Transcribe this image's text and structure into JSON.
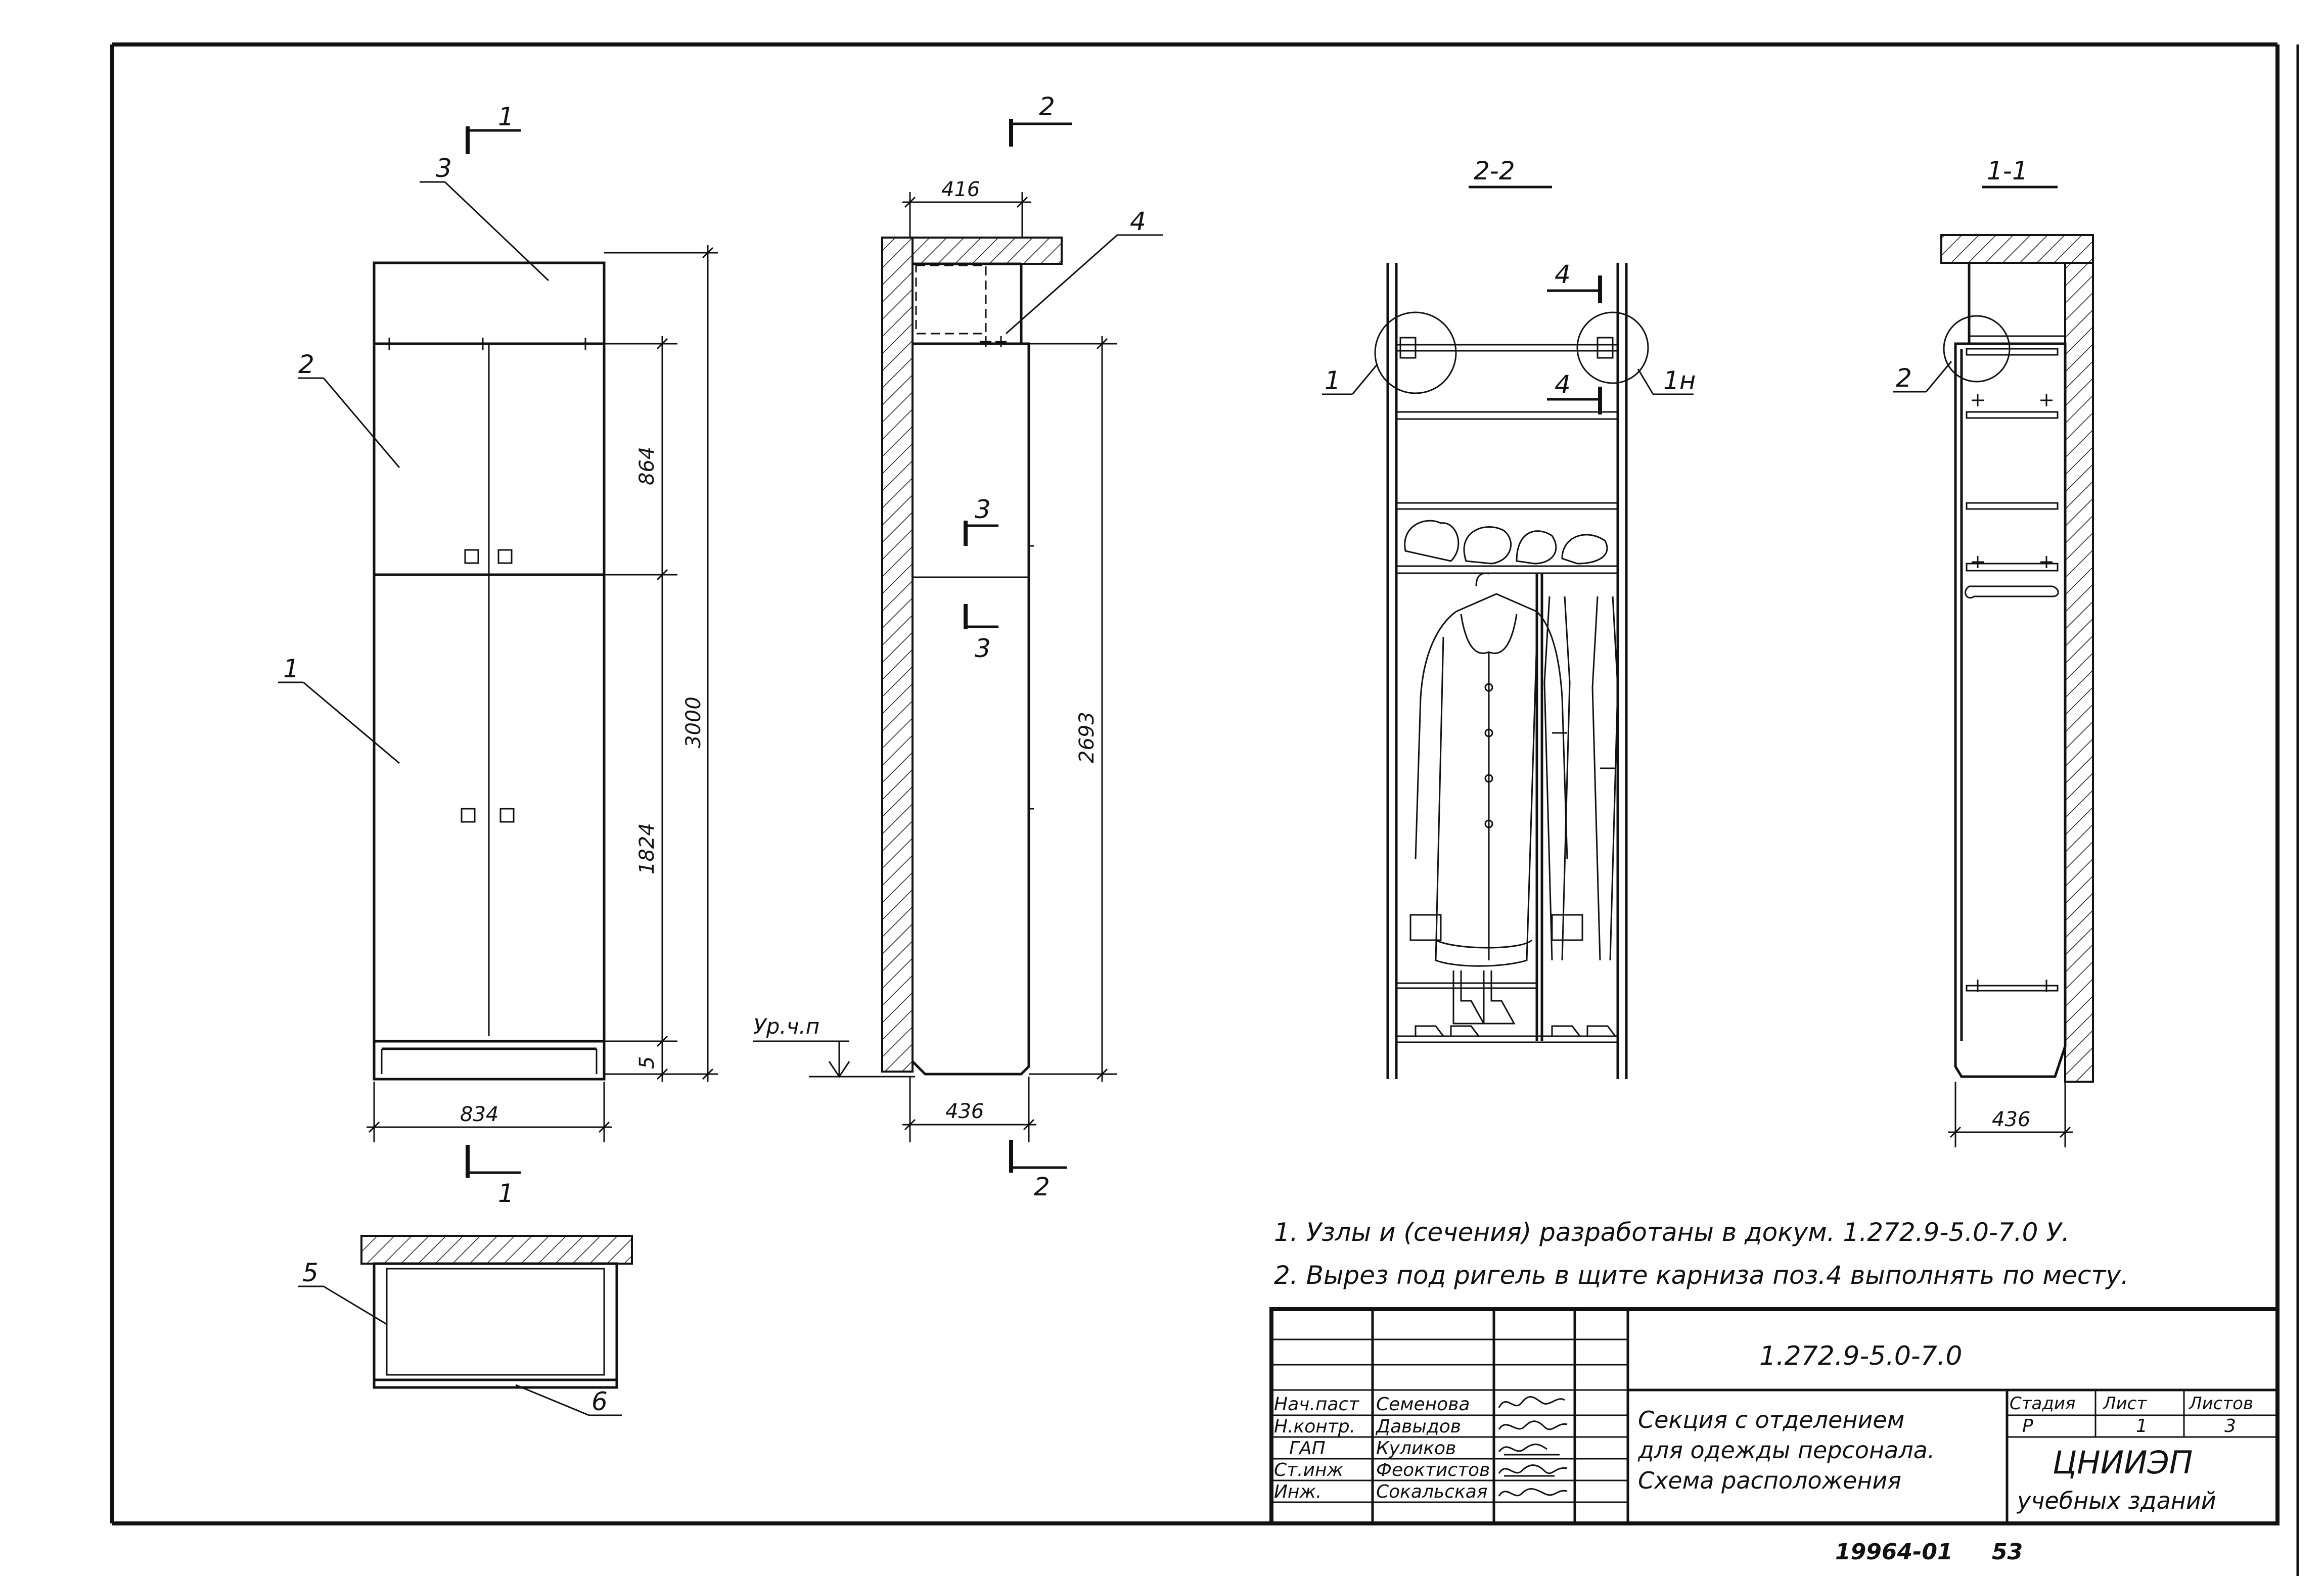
{
  "drawing": {
    "code": "1.272.9-5.0-7.0",
    "title_lines": [
      "Секция с отделением",
      "для одежды персонала.",
      "Схема расположения"
    ],
    "stage_header": "Стадия",
    "sheet_header": "Лист",
    "sheets_header": "Листов",
    "stage": "Р",
    "sheet": "1",
    "sheets": "3",
    "org_line1": "ЦНИИЭП",
    "org_line2": "учебных зданий",
    "archive_no": "19964-01",
    "page_no": "53"
  },
  "signatures": [
    {
      "role": "Нач.паст",
      "name": "Семенова"
    },
    {
      "role": "Н.контр.",
      "name": "Давыдов"
    },
    {
      "role": "ГАП",
      "name": "Куликов"
    },
    {
      "role": "Ст.инж",
      "name": "Феоктистов"
    },
    {
      "role": "Инж.",
      "name": "Сокальская"
    }
  ],
  "notes": [
    "1. Узлы и (сечения) разработаны в докум. 1.272.9-5.0-7.0 У.",
    "2. Вырез под ригель в щите карниза поз.4 выполнять по месту."
  ],
  "views": {
    "section_1_1": "1-1",
    "section_2_2": "2-2"
  },
  "cut_marks": {
    "c1": "1",
    "c2": "2",
    "c3": "3",
    "c4": "4"
  },
  "positions": {
    "p1": "1",
    "p2": "2",
    "p3": "3",
    "p4": "4",
    "p5": "5",
    "p6": "6",
    "p1n": "1н"
  },
  "dimensions": {
    "width_front": "834",
    "upper_door_height": "864",
    "lower_door_height": "1824",
    "plinth_height": "5",
    "total_height": "3000",
    "top_depth": "416",
    "side_depth": "436",
    "side_height": "2693",
    "section_depth": "436"
  },
  "floor_level": "Ур.ч.п"
}
